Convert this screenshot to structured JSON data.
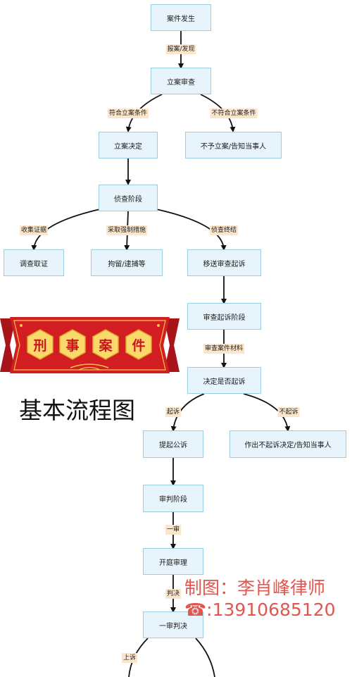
{
  "nodes": {
    "case_occur": "案件发生",
    "filing_review": "立案审查",
    "filing_decision": "立案决定",
    "not_filed": "不予立案/告知当事人",
    "investigation": "侦查阶段",
    "evidence": "调查取证",
    "detention": "拘留/逮捕等",
    "transfer": "移送审查起诉",
    "prosecution_review": "审查起诉阶段",
    "prosecution_decision": "决定是否起诉",
    "public_prosecution": "提起公诉",
    "no_prosecution": "作出不起诉决定/告知当事人",
    "trial_stage": "审判阶段",
    "court_hearing": "开庭审理",
    "first_judgment": "一审判决"
  },
  "edge_labels": {
    "report": "报案/发现",
    "meets": "符合立案条件",
    "not_meets": "不符合立案条件",
    "collect": "收集证据",
    "coercive": "采取强制措施",
    "end_invest": "侦查终结",
    "review_materials": "审查案件材料",
    "prosecute": "起诉",
    "not_prosecute": "不起诉",
    "first_instance": "一审",
    "judgment": "判决",
    "appeal": "上诉"
  },
  "banner": {
    "chars": [
      "刑",
      "事",
      "案",
      "件"
    ],
    "colors": {
      "red": "#c8171c",
      "gold": "#f6c54a",
      "dark_red": "#7d0f10"
    }
  },
  "title": "基本流程图",
  "credit": {
    "author": "制图：李肖峰律师",
    "phone_icon": "phone-icon",
    "phone": "☎:13910685120"
  },
  "colors": {
    "node_fill": "#e7f4fb",
    "node_border": "#9bcde3",
    "label_bg": "#fbe6cc",
    "credit": "#e2564e"
  }
}
